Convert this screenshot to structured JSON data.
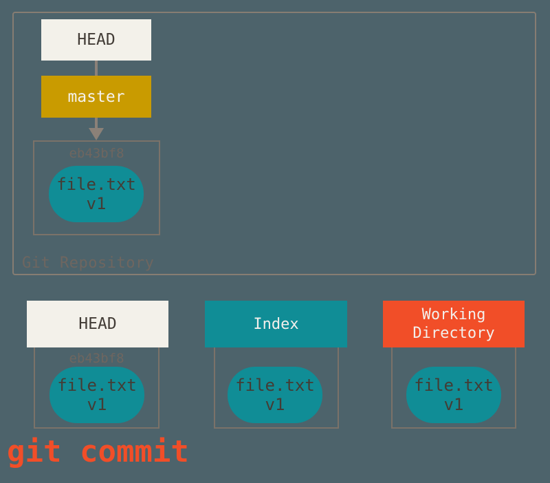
{
  "command": {
    "label": "git commit"
  },
  "repository": {
    "label": "Git Repository",
    "head_label": "HEAD",
    "branch_label": "master",
    "commit": {
      "hash": "eb43bf8",
      "file_name": "file.txt",
      "file_version": "v1"
    }
  },
  "columns": {
    "head": {
      "label": "HEAD",
      "hash": "eb43bf8",
      "file_name": "file.txt",
      "file_version": "v1"
    },
    "index": {
      "label": "Index",
      "file_name": "file.txt",
      "file_version": "v1"
    },
    "working_directory": {
      "label_line1": "Working",
      "label_line2": "Directory",
      "file_name": "file.txt",
      "file_version": "v1"
    }
  },
  "colors": {
    "background": "#4d636b",
    "panel_cream": "#f3f1ea",
    "accent_gold": "#c99b00",
    "accent_teal": "#108d96",
    "accent_red": "#f14e28",
    "border_outer": "#877d73",
    "border_inner": "#7b7269",
    "connector_gray": "#8b8178"
  }
}
